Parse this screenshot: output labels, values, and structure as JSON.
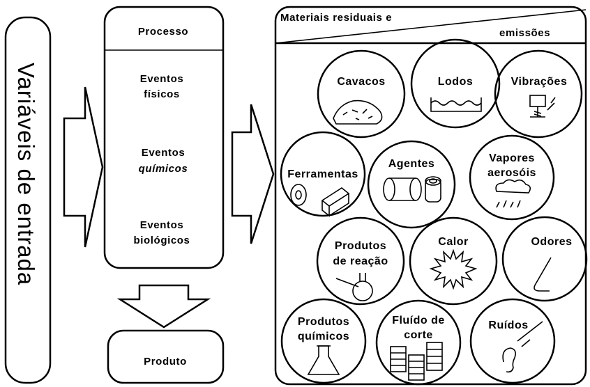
{
  "input_label": "Variáveis de entrada",
  "process": {
    "title": "Processo",
    "events": [
      {
        "line1": "Eventos",
        "line2": "físicos"
      },
      {
        "line1": "Eventos",
        "line2": "químicos"
      },
      {
        "line1": "Eventos",
        "line2": "biológicos"
      }
    ]
  },
  "product_label": "Produto",
  "outputs": {
    "header_line1": "Materiais residuais e",
    "header_line2": "emissões",
    "items": [
      {
        "id": "cavacos",
        "line1": "Cavacos",
        "line2": ""
      },
      {
        "id": "lodos",
        "line1": "Lodos",
        "line2": ""
      },
      {
        "id": "vibracoes",
        "line1": "Vibrações",
        "line2": ""
      },
      {
        "id": "ferramentas",
        "line1": "Ferramentas",
        "line2": ""
      },
      {
        "id": "agentes",
        "line1": "Agentes",
        "line2": ""
      },
      {
        "id": "vapores",
        "line1": "Vapores",
        "line2": "aerosóis"
      },
      {
        "id": "produtos-reacao",
        "line1": "Produtos",
        "line2": "de reação"
      },
      {
        "id": "calor",
        "line1": "Calor",
        "line2": ""
      },
      {
        "id": "odores",
        "line1": "Odores",
        "line2": ""
      },
      {
        "id": "produtos-quimicos",
        "line1": "Produtos",
        "line2": "químicos"
      },
      {
        "id": "fluido-corte",
        "line1": "Fluído de",
        "line2": "corte"
      },
      {
        "id": "ruidos",
        "line1": "Ruídos",
        "line2": ""
      }
    ]
  }
}
